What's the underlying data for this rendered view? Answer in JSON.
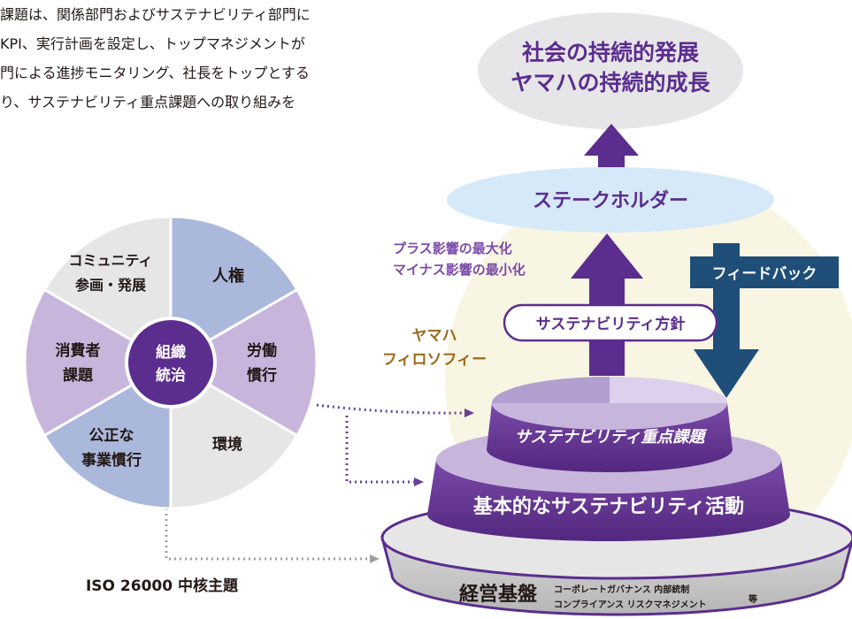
{
  "intro": {
    "lines": [
      "課題は、関係部門およびサステナビリティ部門に",
      "KPI、実行計画を設定し、トップマネジメントが",
      "門による進捗モニタリング、社長をトップとする",
      "り、サステナビリティ重点課題への取り組みを"
    ]
  },
  "wheel": {
    "center_label": [
      "組織",
      "統治"
    ],
    "segments": [
      {
        "label": [
          "人権"
        ]
      },
      {
        "label": [
          "労働",
          "慣行"
        ]
      },
      {
        "label": [
          "環境"
        ]
      },
      {
        "label": [
          "公正な",
          "事業慣行"
        ]
      },
      {
        "label": [
          "消費者",
          "課題"
        ]
      },
      {
        "label": [
          "コミュニティ",
          "参画・発展"
        ]
      }
    ],
    "caption": "ISO 26000  中核主題"
  },
  "goal": {
    "line1": "社会の持続的発展",
    "line2": "ヤマハの持続的成長"
  },
  "stakeholder": "ステークホルダー",
  "impact": {
    "line1": "プラス影響の最大化",
    "line2": "マイナス影響の最小化"
  },
  "feedback": "フィードバック",
  "policy": "サステナビリティ方針",
  "philosophy": {
    "line1": "ヤマハ",
    "line2": "フィロソフィー"
  },
  "tiers": {
    "top": "サステナビリティ重点課題",
    "middle": "基本的なサステナビリティ活動",
    "base_title": "経営基盤",
    "base_items_line1": "コーポレートガバナンス  内部統制",
    "base_items_line2": "コンプライアンス  リスクマネジメント",
    "base_etc": "等"
  },
  "colors": {
    "purple_dark": "#5b2d8e",
    "purple_mid": "#7b4ba8",
    "lavender": "#c8b5dc",
    "blue_light": "#aab8dc",
    "gray_light": "#e6e6e6",
    "sky": "#d6e9f8",
    "navy": "#1f4e79",
    "cream": "#f8f5e2"
  }
}
